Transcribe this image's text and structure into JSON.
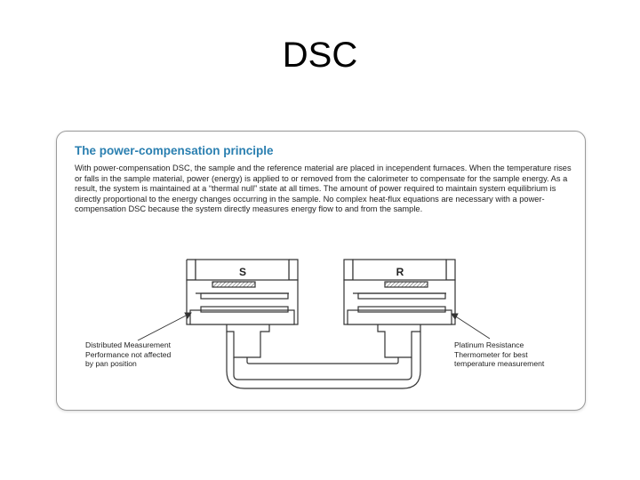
{
  "slide": {
    "title": "DSC"
  },
  "panel": {
    "heading": "The power-compensation principle",
    "body": "With power-compensation DSC, the sample and the reference material are placed in incependent furnaces. When the temperature rises or falls in the sample material, power (energy) is applied to or removed from the calorimeter to compensate for the sample energy. As a result, the system is maintained at a “thermal null” state at all times. The amount of power required to maintain system equilibrium is directly proportional to the energy changes occurring in the sample. No complex heat-flux equations are necessary with a power-compensation DSC because the system directly measures energy flow to and from the sample."
  },
  "diagram": {
    "sample_label": "S",
    "reference_label": "R",
    "left_callout": "Distributed Measurement\nPerformance not affected\nby pan position",
    "right_callout": "Platinum Resistance\nThermometer for best\ntemperature measurement"
  },
  "colors": {
    "heading": "#2a7fb0",
    "line": "#333333",
    "panel_border": "#9a9a9a"
  }
}
